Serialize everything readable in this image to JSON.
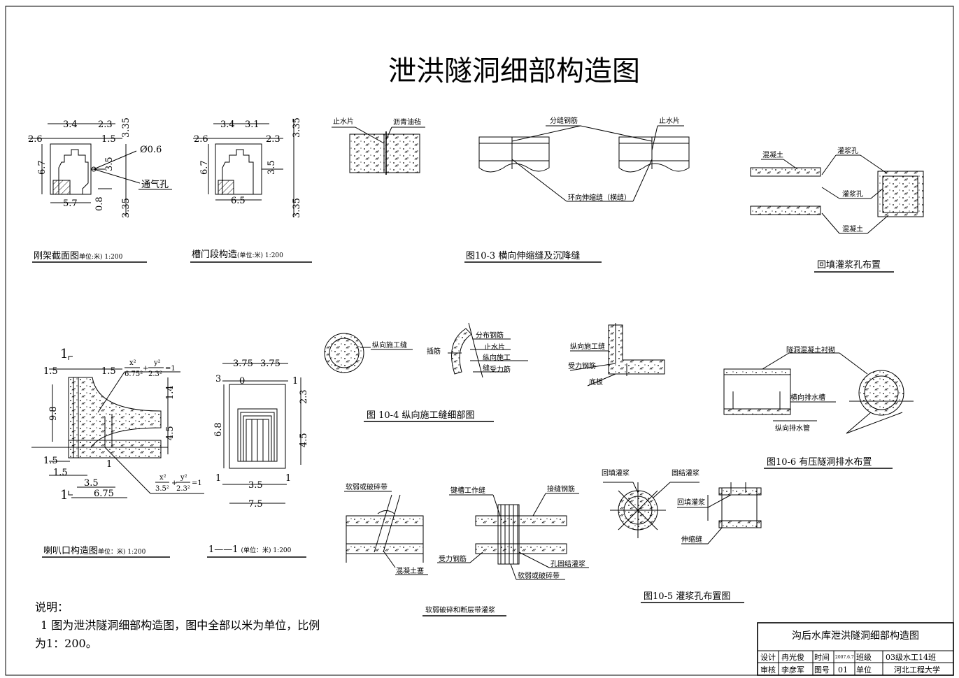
{
  "title": "泄洪隧洞细部构造图",
  "frame_section": {
    "dims": [
      "3.4",
      "2.3",
      "2.6",
      "1.5",
      "3.35",
      "Ø0.6",
      "6.7",
      "3.5",
      "5.7",
      "0.8",
      "3.35"
    ],
    "vent_label": "通气孔",
    "caption": "刚架截面图",
    "caption_small": "单位:米) 1:200"
  },
  "gate_slot": {
    "dims": [
      "3.4",
      "3.1",
      "2.6",
      "2.3",
      "3.35",
      "6.7",
      "3.5",
      "6.5",
      "3.35"
    ],
    "caption": "槽门段构造",
    "caption_small": "(单位:米) 1:200"
  },
  "fig10_3": {
    "labels": [
      "止水片",
      "沥青油毡",
      "分缝钢筋",
      "止水片",
      "环向伸缩缝（横缝）"
    ],
    "caption": "图10-3 横向伸缩缝及沉降缝"
  },
  "backfill": {
    "labels": [
      "混凝土",
      "灌浆孔",
      "灌浆孔",
      "混凝土"
    ],
    "caption": "回填灌浆孔布置"
  },
  "bellmouth": {
    "section_mark": "1",
    "dims": [
      "1.5",
      "1.5",
      "9.8",
      "1.4",
      "4.5",
      "1.5",
      "1.5",
      "1",
      "3.5",
      "6.75",
      "1"
    ],
    "formula1": {
      "num_x": "x²",
      "den_x": "6.75²",
      "num_y": "y²",
      "den_y": "2.3²",
      "rhs": "=1"
    },
    "formula2": {
      "num_x": "x²",
      "den_x": "3.5²",
      "num_y": "y²",
      "den_y": "2.3²",
      "rhs": "=1"
    },
    "caption": "喇叭口构造图",
    "caption_small": "单位：米) 1:200"
  },
  "section_1_1": {
    "dims": [
      "3.75",
      "3.75",
      "3",
      "0",
      "1",
      "2.3",
      "6.8",
      "4.5",
      "1",
      "1",
      "3.5",
      "7.5"
    ],
    "caption": "1——1",
    "caption_small": "(单位：米) 1:200"
  },
  "fig10_4": {
    "labels": [
      "纵向施工缝",
      "分布钢筋",
      "插筋",
      "止水片",
      "纵向施工",
      "缝",
      "受力筋",
      "纵向施工缝",
      "受力钢筋",
      "底板"
    ],
    "caption": "图 10-4 纵向施工缝细部图"
  },
  "fig10_6": {
    "labels": [
      "隧洞混凝土衬砌",
      "横向排水槽",
      "纵向排水管"
    ],
    "caption": "图10-6 有压隧洞排水布置"
  },
  "weak_zone": {
    "labels": [
      "软弱或破碎带",
      "混凝土塞",
      "键槽工作缝",
      "接缝钢筋",
      "受力钢筋",
      "孔固结灌浆",
      "软弱或破碎带"
    ],
    "caption": "软弱破碎和断层带灌浆"
  },
  "fig10_5": {
    "labels": [
      "回填灌浆",
      "固结灌浆",
      "回填灌浆",
      "伸缩缝"
    ],
    "caption": "图10-5 灌浆孔布置图"
  },
  "notes": {
    "heading": "说明：",
    "line1": "1 图为泄洪隧洞细部构造图，图中全部以米为单位，比例",
    "line2": "为1：200。"
  },
  "title_block": {
    "project": "沟后水库泄洪隧洞细部构造图",
    "row1": [
      "设计",
      "冉光俊",
      "时间",
      "2007.6.7",
      "班级",
      "03级水工14班"
    ],
    "row2": [
      "审核",
      "李彦军",
      "图号",
      "01",
      "单位",
      "河北工程大学"
    ]
  }
}
